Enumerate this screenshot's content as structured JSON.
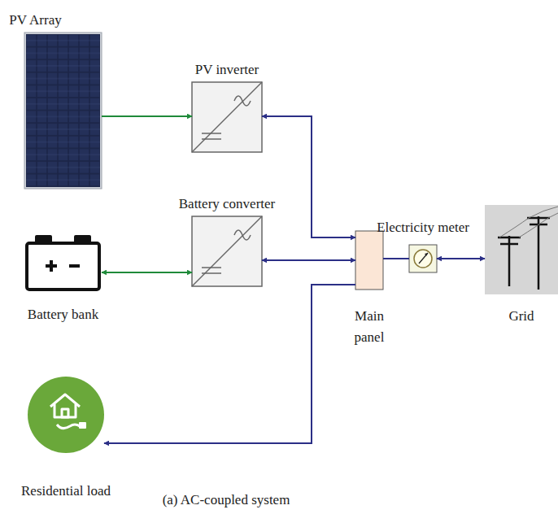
{
  "diagram": {
    "caption": "(a) AC-coupled system",
    "nodes": [
      {
        "text": [
          "PV Array"
        ]
      },
      {
        "text": [
          "PV inverter"
        ]
      },
      {
        "text": [
          "Battery converter"
        ]
      },
      {
        "text": [
          "Electricity meter"
        ]
      },
      {
        "text": [
          "Battery bank"
        ]
      },
      {
        "text": [
          "Main panel"
        ]
      },
      {
        "text": [
          "Grid"
        ]
      },
      {
        "text": [
          "Residential load"
        ]
      }
    ],
    "edges": [
      {
        "from": 0,
        "to": 1,
        "arrow": "to"
      },
      {
        "from": 5,
        "to": 1,
        "arrow": "both"
      },
      {
        "from": 4,
        "to": 2,
        "arrow": "both"
      },
      {
        "from": 2,
        "to": 5,
        "arrow": "both"
      },
      {
        "from": 5,
        "to": 3,
        "arrow": "none"
      },
      {
        "from": 3,
        "to": 6,
        "arrow": "both"
      },
      {
        "from": 5,
        "to": 7,
        "arrow": "to"
      }
    ]
  }
}
